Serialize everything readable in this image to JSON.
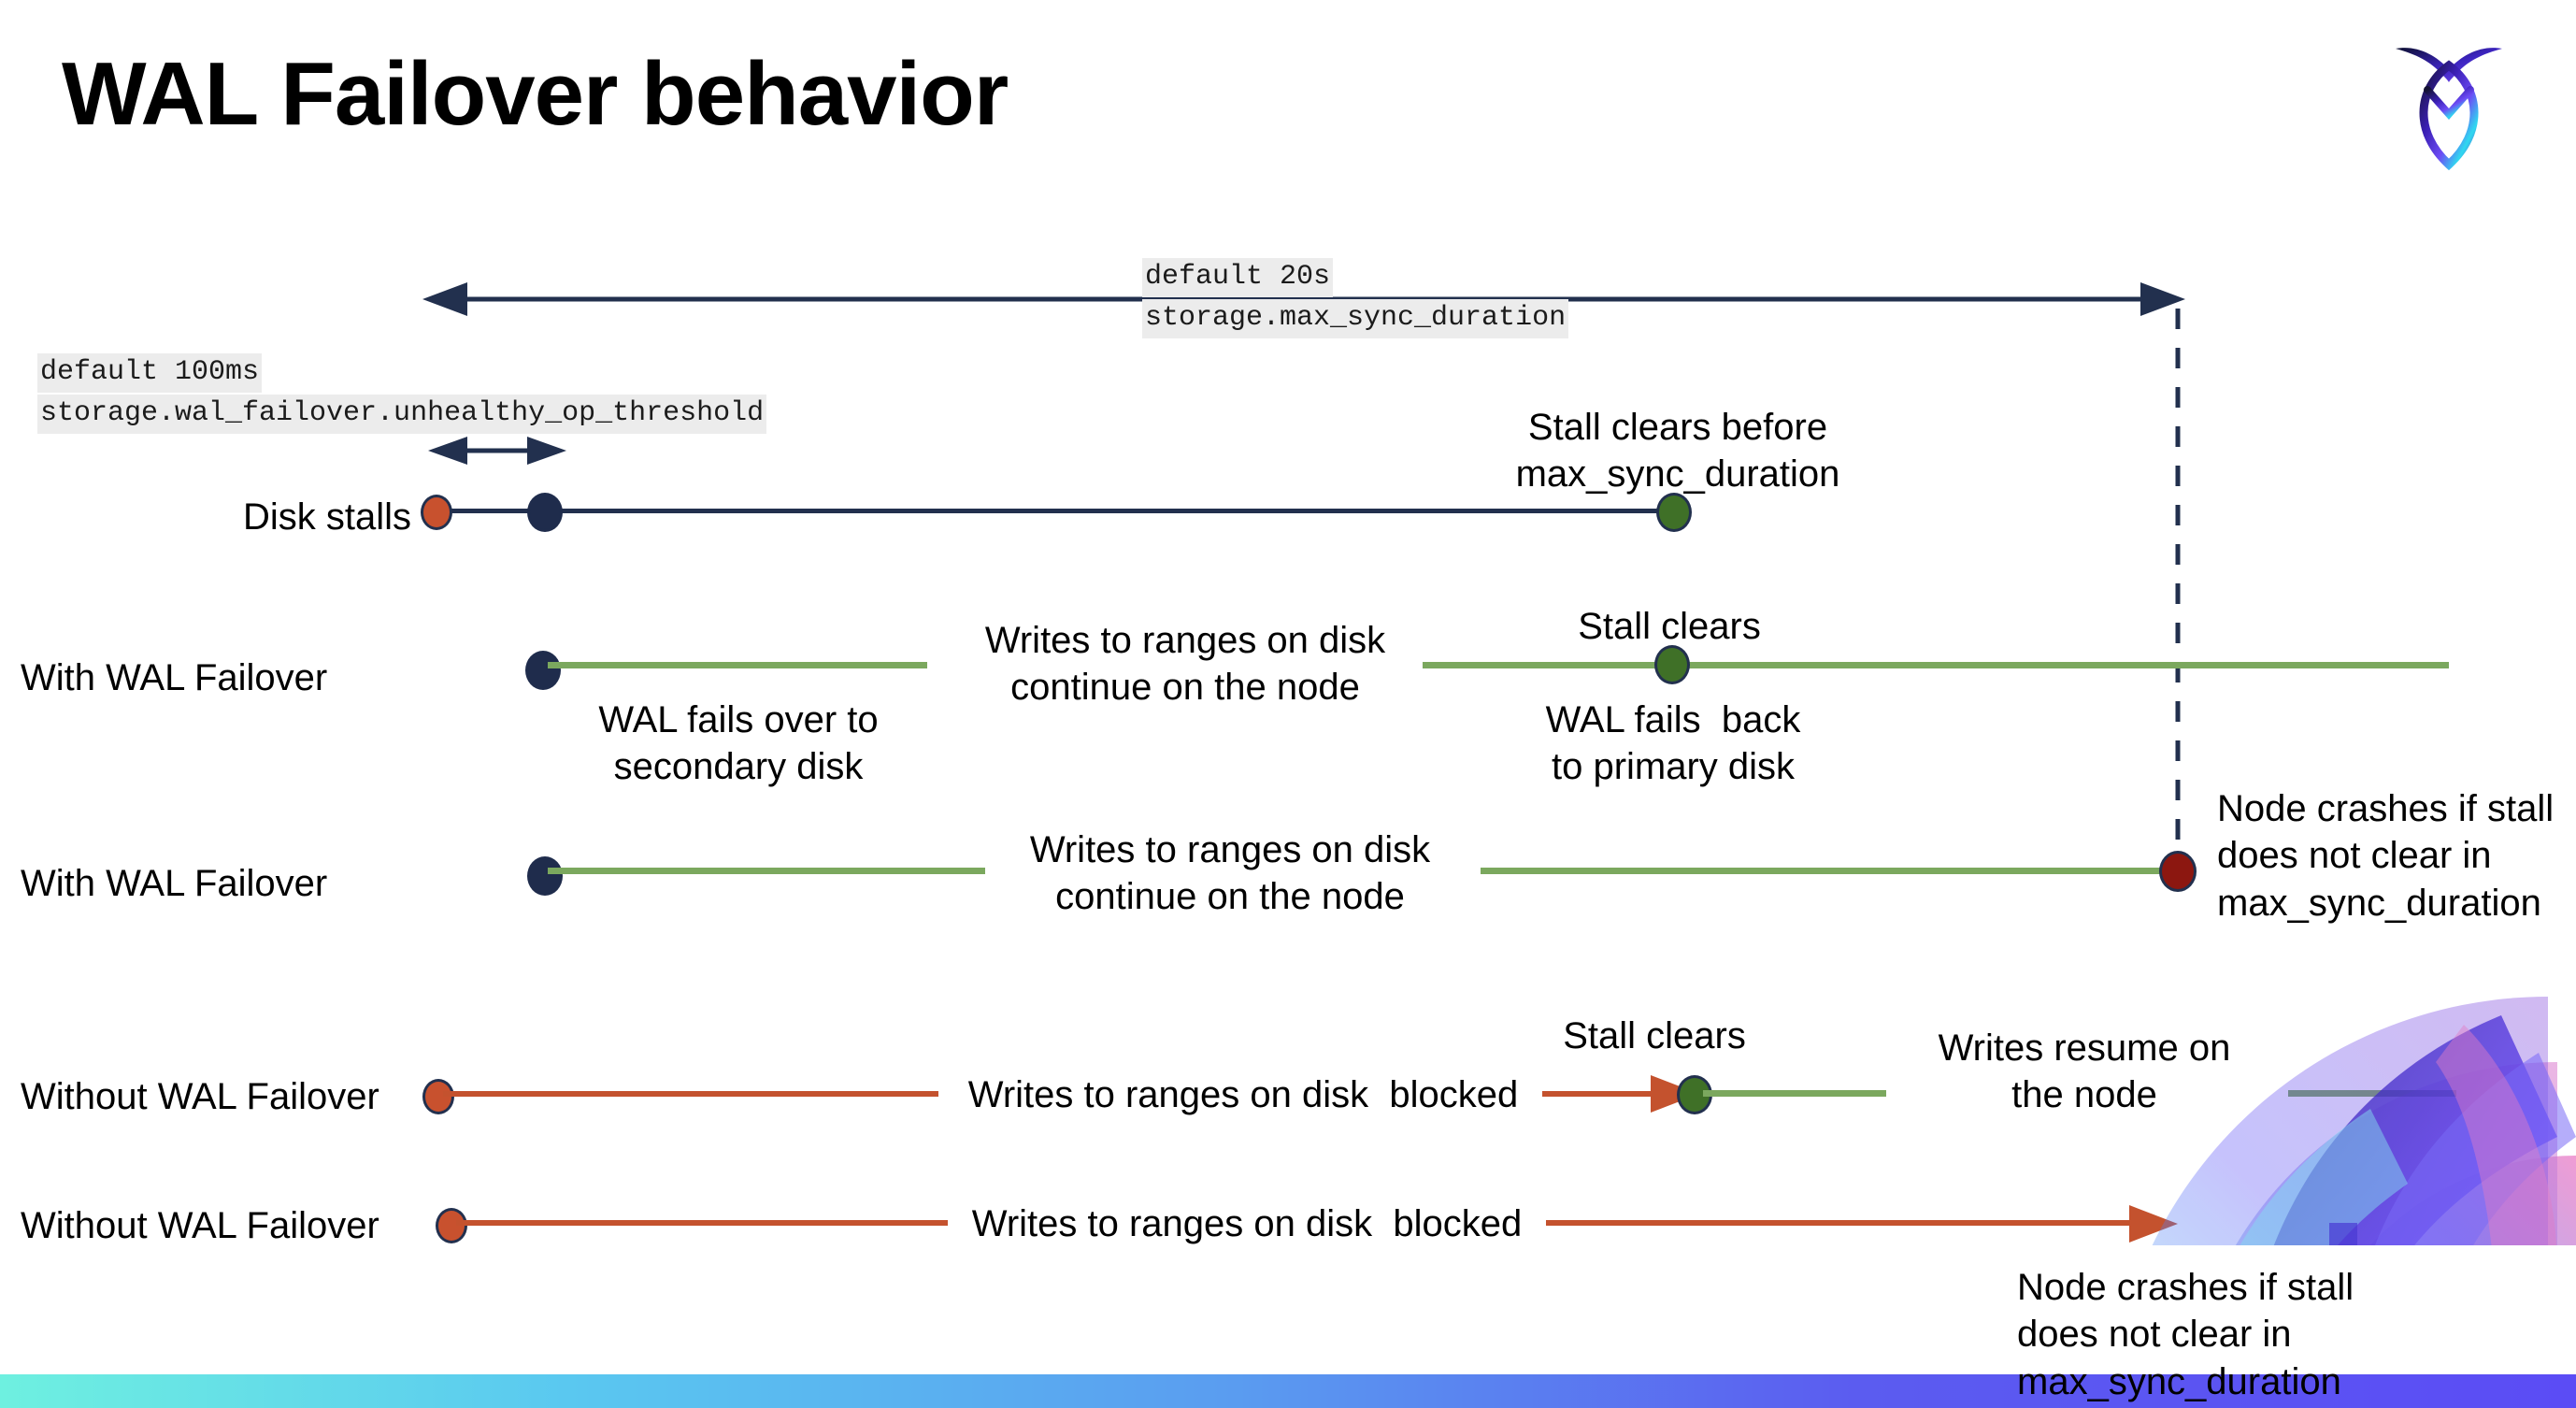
{
  "slide": {
    "title": "WAL Failover behavior",
    "logo_name": "cockroachdb-logo"
  },
  "annotations": {
    "max_sync_default": "default 20s",
    "max_sync_setting": "storage.max_sync_duration",
    "unhealthy_default": "default 100ms",
    "unhealthy_setting": "storage.wal_failover.unhealthy_op_threshold"
  },
  "rows": [
    {
      "id": "disk-stalls",
      "label": "Disk stalls",
      "note_above": "Stall clears before\nmax_sync_duration"
    },
    {
      "id": "with-wal-failover-clears",
      "label": "With WAL Failover",
      "note_below_start": "WAL fails over to\nsecondary disk",
      "note_mid": "Writes to ranges on disk\ncontinue on the node",
      "note_clear": "Stall clears",
      "note_below_clear": "WAL fails  back\nto primary disk"
    },
    {
      "id": "with-wal-failover-crash",
      "label": "With WAL Failover",
      "note_mid": "Writes to ranges on disk\ncontinue on the node",
      "note_crash": "Node crashes if stall\ndoes not clear in\nmax_sync_duration"
    },
    {
      "id": "without-wal-failover-clears",
      "label": "Without WAL Failover",
      "note_mid": "Writes to ranges on disk  blocked",
      "note_clear": "Stall clears",
      "note_resume": "Writes resume on\nthe node"
    },
    {
      "id": "without-wal-failover-crash",
      "label": "Without WAL Failover",
      "note_mid": "Writes to ranges on disk  blocked",
      "note_crash": "Node crashes if stall\ndoes not clear in\nmax_sync_duration"
    }
  ],
  "colors": {
    "navy": "#22304e",
    "green_line": "#7ba85e",
    "green_dot": "#3f7027",
    "red_line": "#c4522e",
    "orange_dot": "#c8512e",
    "dark_red_dot": "#8c1710",
    "code_bg": "#ececec",
    "bar_gradient_start": "#6ef0e0",
    "bar_gradient_end": "#5b4cf5"
  }
}
